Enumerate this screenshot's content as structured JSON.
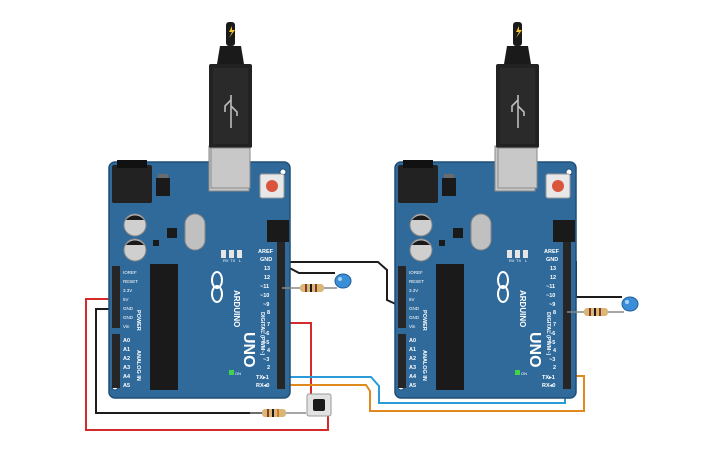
{
  "colors": {
    "board": "#2f6a9b",
    "board_edge": "#1f4f78",
    "header": "#262626",
    "wire_black": "#1c1c1c",
    "wire_red": "#d42a2a",
    "wire_blue": "#2b9bd8",
    "wire_orange": "#e08a1e",
    "led_blue": "#3a8fd8",
    "resistor": "#d9b77a",
    "usb_cable": "#1a1a1a",
    "usb_plug": "#c8c8c8",
    "reset_button": "#d9553b",
    "power_bolt": "#f2c12e"
  },
  "boards": [
    {
      "brand": "ARDUINO",
      "model": "UNO",
      "digital_label": "DIGITAL (PWM~)",
      "power_label": "POWER",
      "analog_label": "ANALOG IN",
      "on_label": "ON",
      "tx_label": "TX",
      "rx_label": "RX",
      "l_label": "L",
      "digital_pins": [
        "AREF",
        "GND",
        "13",
        "12",
        "~11",
        "~10",
        "~9",
        "8",
        "7",
        "~6",
        "~5",
        "4",
        "~3",
        "2",
        "TX▸1",
        "RX◂0"
      ],
      "power_pins": [
        "IOREF",
        "RESET",
        "3.3V",
        "5V",
        "GND",
        "GND",
        "Vin"
      ],
      "analog_pins": [
        "A0",
        "A1",
        "A2",
        "A3",
        "A4",
        "A5"
      ]
    },
    {
      "brand": "ARDUINO",
      "model": "UNO",
      "digital_label": "DIGITAL (PWM~)",
      "power_label": "POWER",
      "analog_label": "ANALOG IN",
      "on_label": "ON",
      "tx_label": "TX",
      "rx_label": "RX",
      "l_label": "L",
      "digital_pins": [
        "AREF",
        "GND",
        "13",
        "12",
        "~11",
        "~10",
        "~9",
        "8",
        "7",
        "~6",
        "~5",
        "4",
        "~3",
        "2",
        "TX▸1",
        "RX◂0"
      ],
      "power_pins": [
        "IOREF",
        "RESET",
        "3.3V",
        "5V",
        "GND",
        "GND",
        "Vin"
      ],
      "analog_pins": [
        "A0",
        "A1",
        "A2",
        "A3",
        "A4",
        "A5"
      ]
    }
  ],
  "components": {
    "leds": [
      "led-board1-pin11",
      "led-board2-pin9"
    ],
    "resistors": [
      "resistor-board1-led",
      "resistor-board2-led",
      "resistor-pulldown"
    ],
    "buttons": [
      "pushbutton"
    ]
  }
}
